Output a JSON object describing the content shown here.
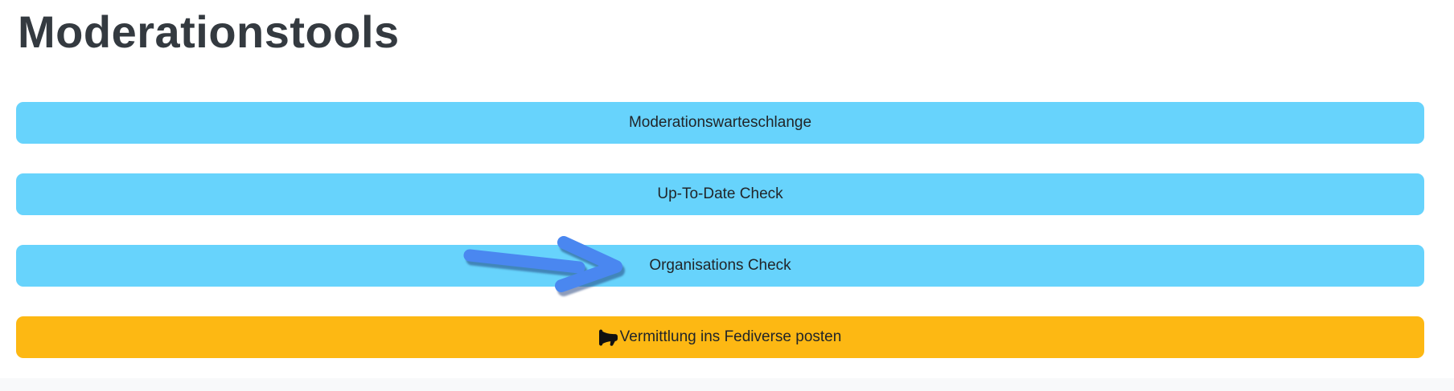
{
  "page": {
    "title": "Moderationstools"
  },
  "colors": {
    "info_button_bg": "#67d3fc",
    "warning_button_bg": "#fdb813",
    "button_text": "#212529",
    "title_text": "#343a40",
    "annotation_arrow": "#4a87f0",
    "footer_bg": "#f8f9fa"
  },
  "buttons": [
    {
      "label": "Moderationswarteschlange",
      "variant": "info"
    },
    {
      "label": "Up-To-Date Check",
      "variant": "info"
    },
    {
      "label": "Organisations Check",
      "variant": "info",
      "annotated": "arrow-pointing-to-this-button"
    },
    {
      "label": "Vermittlung ins Fediverse posten",
      "variant": "warning",
      "icon": "megaphone-icon"
    }
  ],
  "annotation": {
    "type": "arrow",
    "direction": "right",
    "target": "Organisations Check"
  }
}
